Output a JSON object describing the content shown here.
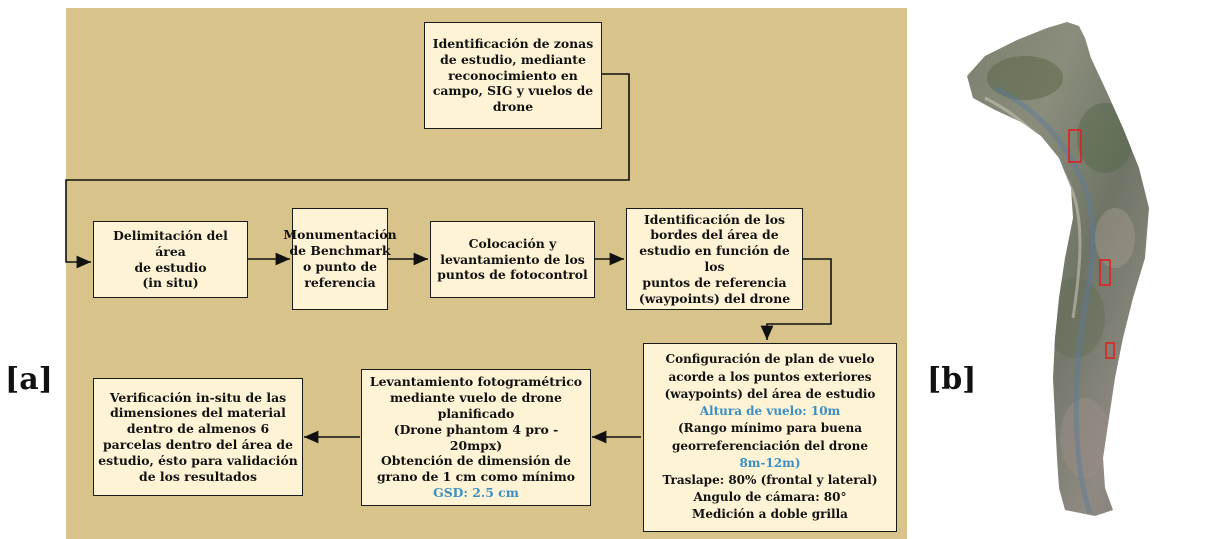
{
  "labels": {
    "a": "[a]",
    "b": "[b]"
  },
  "colors": {
    "panel": "#d8c48a",
    "box": "#fff3d6",
    "highlight": "#3a8fc4",
    "marker": "#e02020"
  },
  "boxes": {
    "identification": [
      "Identificación de zonas",
      "de estudio, mediante",
      "reconocimiento en",
      "campo, SIG y vuelos de",
      "drone"
    ],
    "delimitation": [
      "Delimitación del área",
      "de estudio",
      "(in situ)"
    ],
    "benchmark": [
      "Monumentación",
      "de Benchmark",
      "o punto de",
      "referencia"
    ],
    "fotocontrol": [
      "Colocación y",
      "levantamiento de los",
      "puntos de fotocontrol"
    ],
    "borders": [
      "Identificación de los",
      "bordes del área de",
      "estudio en función de los",
      "puntos de referencia",
      "(waypoints) del drone"
    ],
    "flightplan": {
      "l1": "Configuración de plan de vuelo",
      "l2": "acorde a los puntos exteriores",
      "l3": "(waypoints) del área de estudio",
      "l4": "Altura de vuelo: 10m",
      "l5": "(Rango mínimo para buena",
      "l6": "georreferenciación del drone",
      "l7": "8m-12m)",
      "l8": "Traslape: 80% (frontal y lateral)",
      "l9": "Angulo de cámara: 80°",
      "l10": "Medición a doble grilla"
    },
    "survey": {
      "l1": "Levantamiento fotogramétrico",
      "l2": "mediante vuelo de drone",
      "l3": "planificado",
      "l4": "(Drone phantom 4 pro - 20mpx)",
      "l5": "Obtención de dimensión de",
      "l6": "grano de 1 cm como mínimo",
      "l7": "GSD: 2.5 cm"
    },
    "verification": [
      "Verificación in-situ de las",
      "dimensiones del material",
      "dentro de almenos 6",
      "parcelas dentro del área de",
      "estudio, ésto para validación",
      "de los resultados"
    ]
  },
  "map_markers_count": 3
}
